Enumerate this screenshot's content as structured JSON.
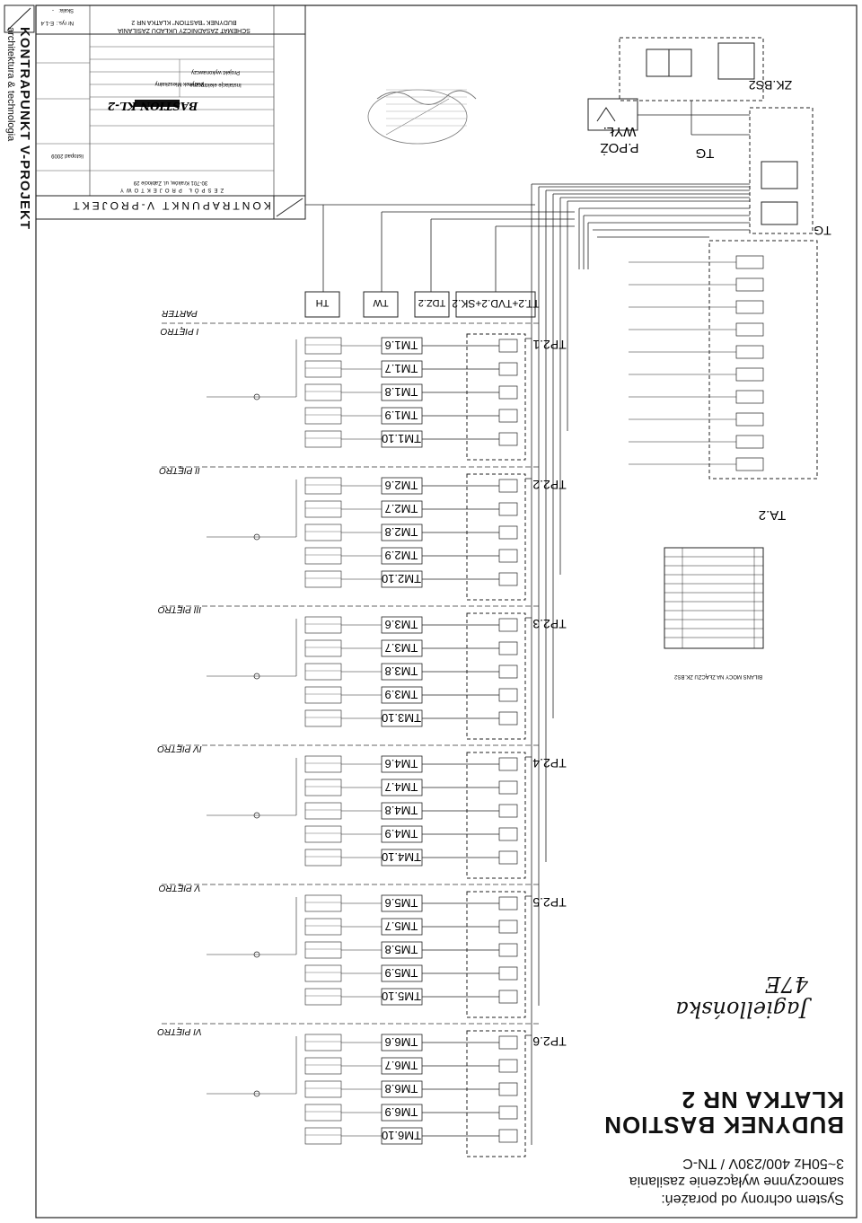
{
  "legend": {
    "caption": "System ochrony od porażeń:",
    "switch": "samoczynne wyłączenie zasilania",
    "supply": "3~50Hz 400/230V / TN-C",
    "building": "BUDYNEK BASTION",
    "stair": "KLATKA NR 2",
    "handwriting": "Jagiellońska 47E"
  },
  "firm": {
    "name": "KONTRAPUNKT V-PROJEKT",
    "tagline": "architektura & technologia",
    "office": "ZESPÓŁ PROJEKTOWY",
    "address": "30-701 Kraków, ul. Zabłocie 29"
  },
  "title_block": {
    "drawing_title": "SCHEMAT ZASADNICZY UKŁADU ZASILANIA",
    "building": "BUDYNEK \"BASTION\" KLATKA NR 2",
    "object": "Budynek Mieszkalny",
    "stage": "Projekt wykonawczy",
    "branch": "Instalacje elektryczne",
    "scale_label": "Skala:",
    "scale": "-",
    "sheet_label": "Nr rys.:",
    "sheet": "E-1.4",
    "date": "listopad 2009",
    "handwritten_code": "BASTION KL-2"
  },
  "panels": {
    "main": "ZK.BS2",
    "tg": "TG",
    "ta": "TA.2",
    "ppoz": "P.POŻ",
    "wyl": "WYŁ.",
    "riser": "TT.2+TVD.2+SK.2",
    "th": "TH",
    "tw": "TW",
    "tdz": "TDZ.2",
    "floor_boards": [
      "TP2.1",
      "TP2.2",
      "TP2.3",
      "TP2.4",
      "TP2.5",
      "TP2.6"
    ]
  },
  "floors": {
    "labels": [
      "PARTER",
      "I PIĘTRO",
      "II PIĘTRO",
      "III PIĘTRO",
      "IV PIĘTRO",
      "V PIĘTRO",
      "VI PIĘTRO"
    ],
    "apartments": [
      [
        "TM1.6",
        "TM1.7",
        "TM1.8",
        "TM1.9",
        "TM1.10"
      ],
      [
        "TM2.6",
        "TM2.7",
        "TM2.8",
        "TM2.9",
        "TM2.10"
      ],
      [
        "TM3.6",
        "TM3.7",
        "TM3.8",
        "TM3.9",
        "TM3.10"
      ],
      [
        "TM4.6",
        "TM4.7",
        "TM4.8",
        "TM4.9",
        "TM4.10"
      ],
      [
        "TM5.6",
        "TM5.7",
        "TM5.8",
        "TM5.9",
        "TM5.10"
      ],
      [
        "TM6.6",
        "TM6.7",
        "TM6.8",
        "TM6.9",
        "TM6.10"
      ]
    ]
  },
  "balance": {
    "title": "BILANS MOCY NA ZŁĄCZU ZK.BS2"
  }
}
